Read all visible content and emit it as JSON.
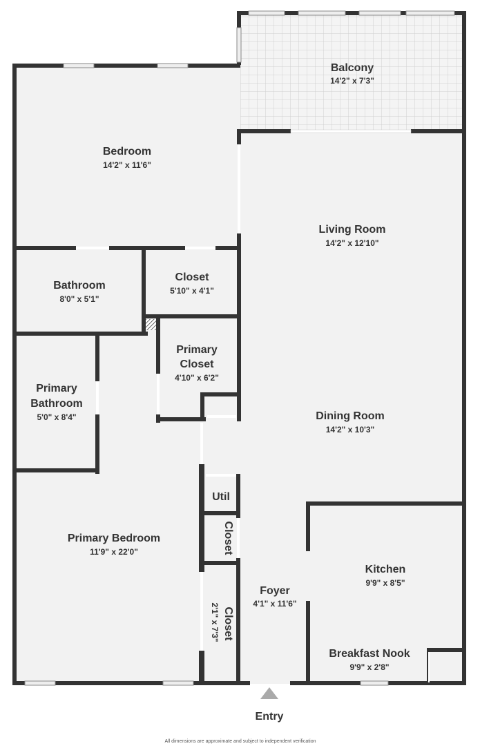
{
  "colors": {
    "floor": "#f2f2f2",
    "wall": "#333333",
    "window": "#e8e8e8",
    "text": "#333333"
  },
  "rooms": {
    "balcony": {
      "name": "Balcony",
      "dims": "14'2\" x 7'3\""
    },
    "bedroom": {
      "name": "Bedroom",
      "dims": "14'2\" x 11'6\""
    },
    "living_room": {
      "name": "Living Room",
      "dims": "14'2\" x 12'10\""
    },
    "bathroom": {
      "name": "Bathroom",
      "dims": "8'0\" x 5'1\""
    },
    "closet": {
      "name": "Closet",
      "dims": "5'10\" x 4'1\""
    },
    "primary_closet": {
      "name_line1": "Primary",
      "name_line2": "Closet",
      "dims": "4'10\" x 6'2\""
    },
    "primary_bathroom": {
      "name_line1": "Primary",
      "name_line2": "Bathroom",
      "dims": "5'0\" x 8'4\""
    },
    "dining_room": {
      "name": "Dining Room",
      "dims": "14'2\" x 10'3\""
    },
    "util": {
      "name": "Util"
    },
    "closet_small": {
      "name": "Closet"
    },
    "closet_tall": {
      "name": "Closet",
      "dims": "2'1\" x 7'3\""
    },
    "primary_bedroom": {
      "name": "Primary Bedroom",
      "dims": "11'9\" x 22'0\""
    },
    "kitchen": {
      "name": "Kitchen",
      "dims": "9'9\" x 8'5\""
    },
    "foyer": {
      "name": "Foyer",
      "dims": "4'1\" x 11'6\""
    },
    "breakfast_nook": {
      "name": "Breakfast Nook",
      "dims": "9'9\" x 2'8\""
    }
  },
  "entry": {
    "label": "Entry"
  },
  "footer": {
    "disclaimer": "All dimensions are approximate and subject to independent verification"
  }
}
